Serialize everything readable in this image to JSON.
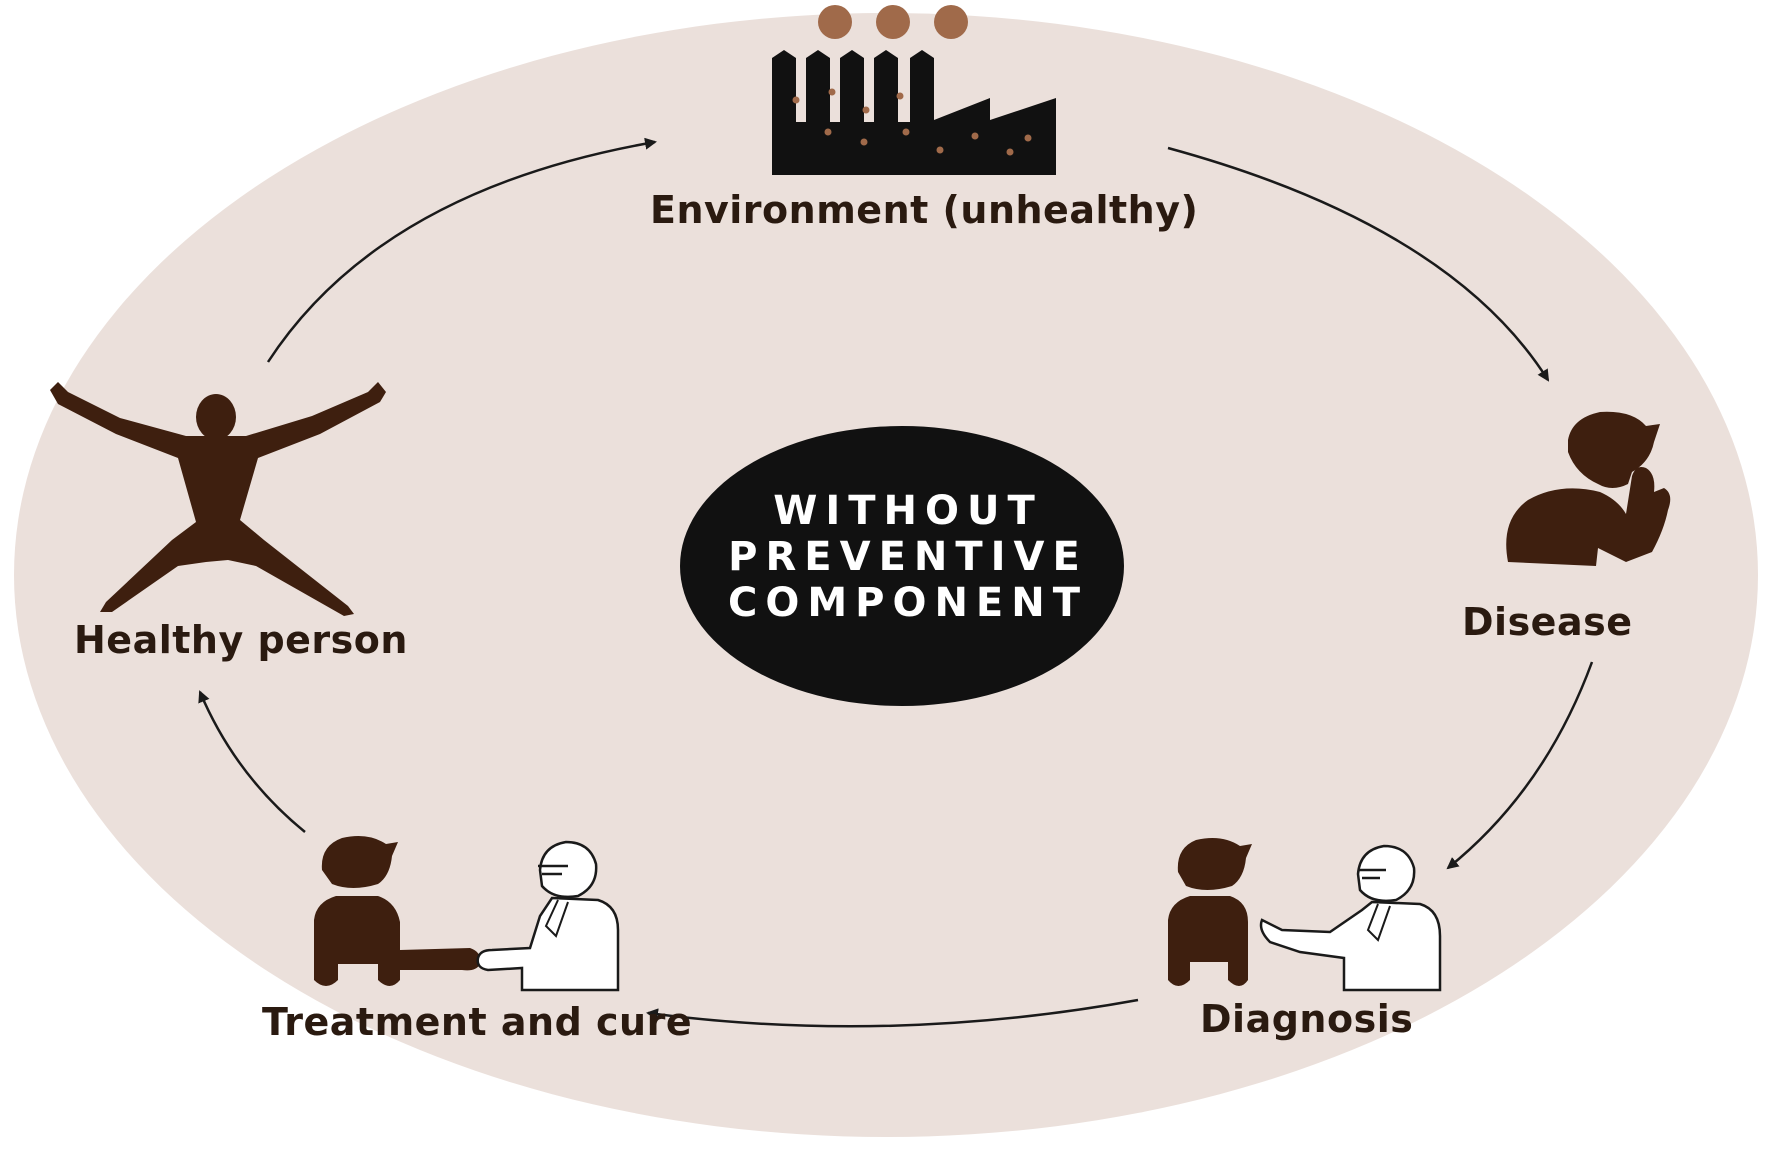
{
  "diagram": {
    "center": {
      "lines": [
        "WITHOUT",
        "PREVENTIVE",
        "COMPONENT"
      ]
    },
    "nodes": {
      "environment": "Environment (unhealthy)",
      "disease": "Disease",
      "diagnosis": "Diagnosis",
      "treatment": "Treatment and cure",
      "healthy": "Healthy person"
    }
  },
  "colors": {
    "background_oval": "#ebe0db",
    "figure_brown": "#3e1f0f",
    "factory_black": "#111111",
    "smoke_dots": "#a06a4a",
    "center_oval": "#111111",
    "text": "#2a1a10"
  },
  "icons": [
    "factory-icon",
    "sick-person-icon",
    "doctor-patient-icon",
    "handshake-icon",
    "healthy-person-icon"
  ]
}
